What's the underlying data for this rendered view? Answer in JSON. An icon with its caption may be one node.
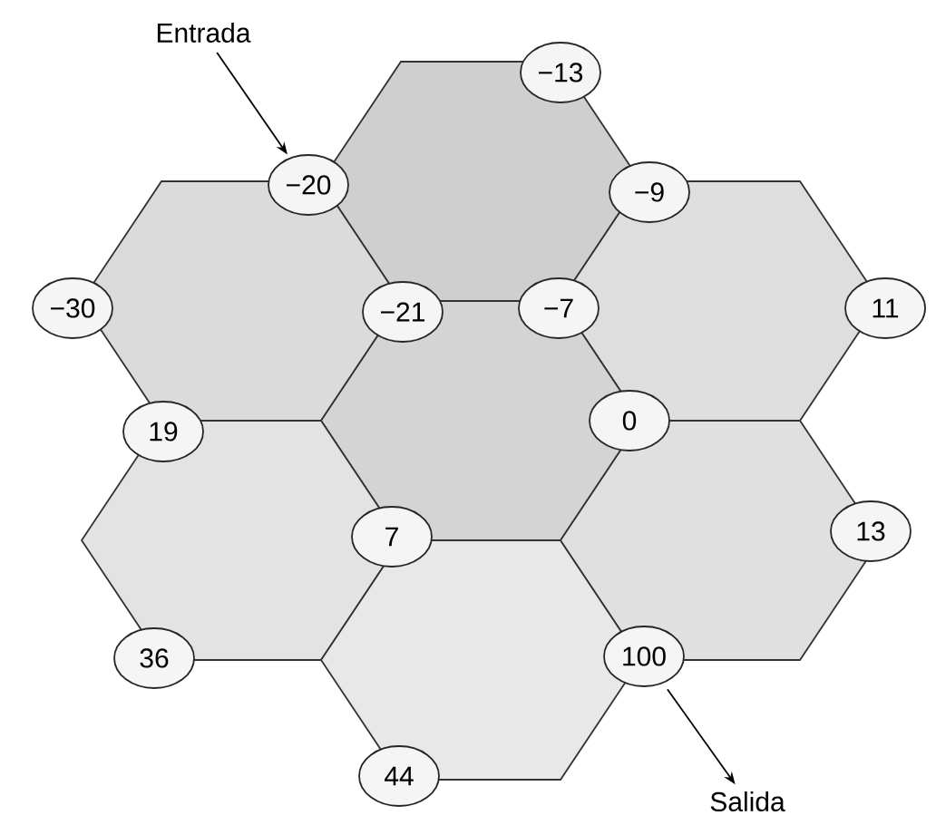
{
  "diagram": {
    "nodes": [
      {
        "text": [
          "Entrada"
        ]
      },
      {
        "text": [
          "−13"
        ]
      },
      {
        "text": [
          "−20"
        ]
      },
      {
        "text": [
          "−9"
        ]
      },
      {
        "text": [
          "−30"
        ]
      },
      {
        "text": [
          "−21"
        ]
      },
      {
        "text": [
          "−7"
        ]
      },
      {
        "text": [
          "11"
        ]
      },
      {
        "text": [
          "19"
        ]
      },
      {
        "text": [
          "0"
        ]
      },
      {
        "text": [
          "7"
        ]
      },
      {
        "text": [
          "13"
        ]
      },
      {
        "text": [
          "36"
        ]
      },
      {
        "text": [
          "100"
        ]
      },
      {
        "text": [
          "44"
        ]
      },
      {
        "text": [
          "Salida"
        ]
      }
    ],
    "edges": [
      {
        "from": 0,
        "to": 2,
        "arrow": "to"
      },
      {
        "from": 13,
        "to": 15,
        "arrow": "to"
      }
    ]
  }
}
